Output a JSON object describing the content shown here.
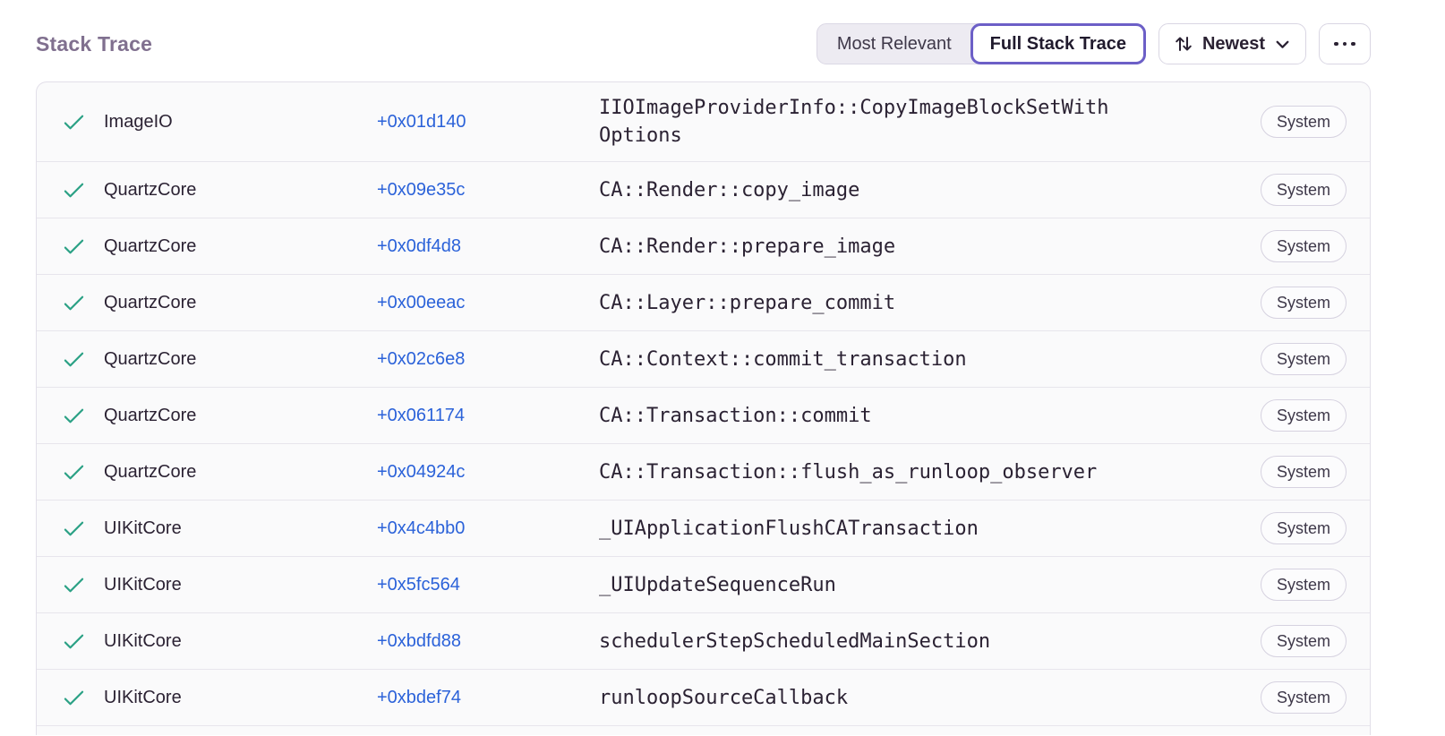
{
  "colors": {
    "accent_purple": "#6C5FC7",
    "link_blue": "#2B62D9",
    "check_green": "#2BA185"
  },
  "header": {
    "title": "Stack Trace",
    "display_options": [
      {
        "label": "Most Relevant",
        "selected": false
      },
      {
        "label": "Full Stack Trace",
        "selected": true
      }
    ],
    "sort": {
      "label": "Newest"
    }
  },
  "stack_trace": {
    "frames": [
      {
        "library": "ImageIO",
        "address": "+0x01d140",
        "function": "IIOImageProviderInfo::CopyImageBlockSetWithOptions",
        "badge": "System"
      },
      {
        "library": "QuartzCore",
        "address": "+0x09e35c",
        "function": "CA::Render::copy_image",
        "badge": "System"
      },
      {
        "library": "QuartzCore",
        "address": "+0x0df4d8",
        "function": "CA::Render::prepare_image",
        "badge": "System"
      },
      {
        "library": "QuartzCore",
        "address": "+0x00eeac",
        "function": "CA::Layer::prepare_commit",
        "badge": "System"
      },
      {
        "library": "QuartzCore",
        "address": "+0x02c6e8",
        "function": "CA::Context::commit_transaction",
        "badge": "System"
      },
      {
        "library": "QuartzCore",
        "address": "+0x061174",
        "function": "CA::Transaction::commit",
        "badge": "System"
      },
      {
        "library": "QuartzCore",
        "address": "+0x04924c",
        "function": "CA::Transaction::flush_as_runloop_observer",
        "badge": "System"
      },
      {
        "library": "UIKitCore",
        "address": "+0x4c4bb0",
        "function": "_UIApplicationFlushCATransaction",
        "badge": "System"
      },
      {
        "library": "UIKitCore",
        "address": "+0x5fc564",
        "function": "_UIUpdateSequenceRun",
        "badge": "System"
      },
      {
        "library": "UIKitCore",
        "address": "+0xbdfd88",
        "function": "schedulerStepScheduledMainSection",
        "badge": "System"
      },
      {
        "library": "UIKitCore",
        "address": "+0xbdef74",
        "function": "runloopSourceCallback",
        "badge": "System"
      }
    ]
  }
}
